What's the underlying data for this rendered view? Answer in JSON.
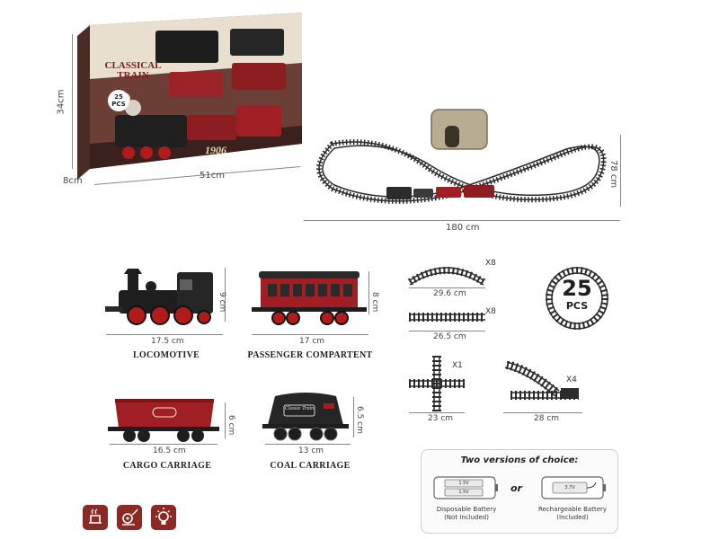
{
  "box": {
    "brand_line1": "CLASSICAL",
    "brand_line2": "TRAIN",
    "year": "1906",
    "badge": "25 PCS",
    "height_dim": "34cm",
    "depth_dim": "8cm",
    "width_dim": "51cm"
  },
  "layout": {
    "width_dim": "180 cm",
    "height_dim": "78 cm"
  },
  "parts": {
    "locomotive": {
      "dim_w": "17.5 cm",
      "dim_h": "9 cm",
      "label": "LOCOMOTIVE"
    },
    "passenger": {
      "dim_w": "17 cm",
      "dim_h": "8 cm",
      "label": "PASSENGER COMPARTENT"
    },
    "cargo": {
      "dim_w": "16.5 cm",
      "dim_h": "6 cm",
      "label": "CARGO CARRIAGE"
    },
    "coal": {
      "dim_w": "13 cm",
      "dim_h": "6.5 cm",
      "label": "COAL CARRIAGE",
      "tender_text": "Classic Train"
    }
  },
  "tracks": {
    "curved": {
      "qty": "X8",
      "dim": "29.6 cm"
    },
    "straight": {
      "qty": "X8",
      "dim": "26.5 cm"
    },
    "cross": {
      "qty": "X1",
      "dim": "23 cm"
    },
    "switch": {
      "qty": "X4",
      "dim": "28 cm"
    }
  },
  "pcs_badge": {
    "number": "25",
    "unit": "PCS"
  },
  "battery": {
    "title": "Two versions of choice:",
    "or": "or",
    "disposable_label": "Disposable Battery",
    "disposable_note": "(Not Included)",
    "rechargeable_label": "Rechargeable Battery",
    "rechargeable_note": "(Included)",
    "cell_top": "1.5V",
    "cell_bottom": "1.5V",
    "pack_value": "3.7V"
  },
  "colors": {
    "maroon": "#8b2a25",
    "box_bg": "#5a3b32",
    "track": "#2b2b2b"
  }
}
